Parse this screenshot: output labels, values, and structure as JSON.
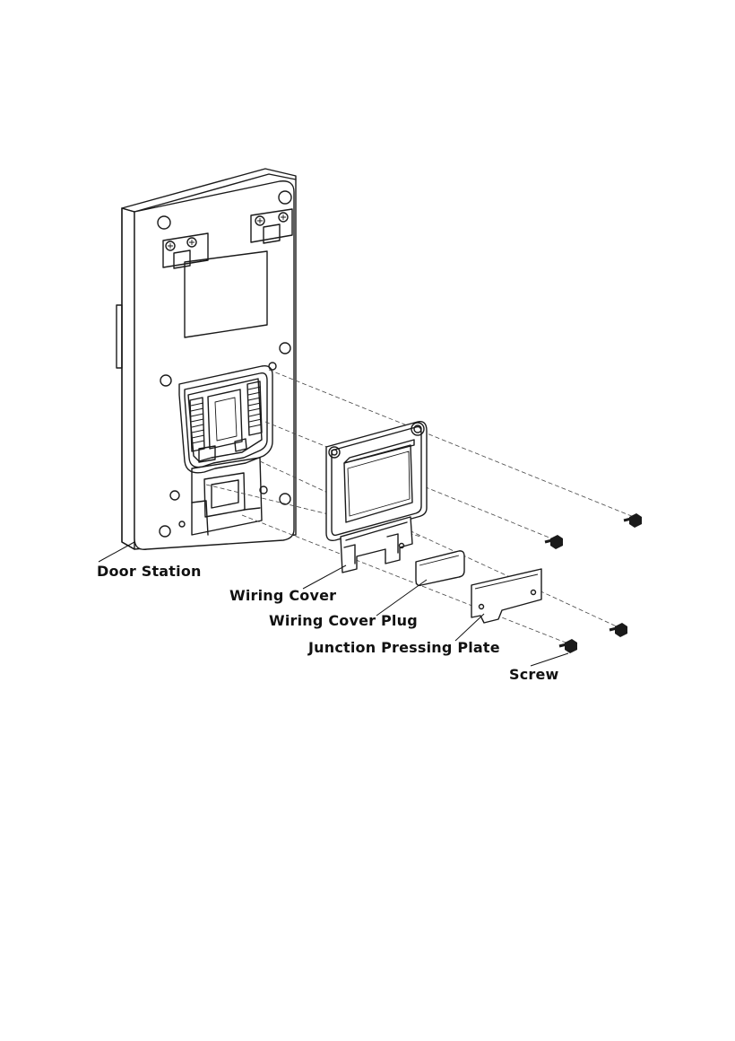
{
  "labels": {
    "door_station": "Door Station",
    "wiring_cover": "Wiring Cover",
    "wiring_cover_plug": "Wiring Cover Plug",
    "junction_pressing_plate": "Junction Pressing Plate",
    "screw": "Screw"
  }
}
